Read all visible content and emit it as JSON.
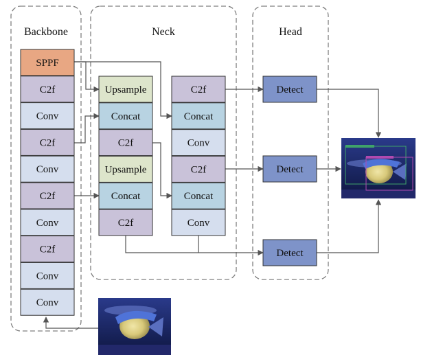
{
  "colors": {
    "sppf": "#e8a783",
    "c2f": "#c9c2d9",
    "conv": "#d5deee",
    "upsample": "#dde5cb",
    "concat": "#b8d3e2",
    "detect": "#7e93c9",
    "wire": "#555555"
  },
  "groups": {
    "backbone": {
      "title": "Backbone"
    },
    "neck": {
      "title": "Neck"
    },
    "head": {
      "title": "Head"
    }
  },
  "backbone": {
    "blocks": [
      {
        "label": "SPPF",
        "kind": "sppf"
      },
      {
        "label": "C2f",
        "kind": "c2f"
      },
      {
        "label": "Conv",
        "kind": "conv"
      },
      {
        "label": "C2f",
        "kind": "c2f"
      },
      {
        "label": "Conv",
        "kind": "conv"
      },
      {
        "label": "C2f",
        "kind": "c2f"
      },
      {
        "label": "Conv",
        "kind": "conv"
      },
      {
        "label": "C2f",
        "kind": "c2f"
      },
      {
        "label": "Conv",
        "kind": "conv"
      },
      {
        "label": "Conv",
        "kind": "conv"
      }
    ]
  },
  "neck": {
    "left_column": [
      {
        "label": "Upsample",
        "kind": "upsample"
      },
      {
        "label": "Concat",
        "kind": "concat"
      },
      {
        "label": "C2f",
        "kind": "c2f"
      },
      {
        "label": "Upsample",
        "kind": "upsample"
      },
      {
        "label": "Concat",
        "kind": "concat"
      },
      {
        "label": "C2f",
        "kind": "c2f"
      }
    ],
    "right_column": [
      {
        "label": "C2f",
        "kind": "c2f"
      },
      {
        "label": "Concat",
        "kind": "concat"
      },
      {
        "label": "Conv",
        "kind": "conv"
      },
      {
        "label": "C2f",
        "kind": "c2f"
      },
      {
        "label": "Concat",
        "kind": "concat"
      },
      {
        "label": "Conv",
        "kind": "conv"
      }
    ]
  },
  "head": {
    "blocks": [
      {
        "label": "Detect",
        "kind": "detect"
      },
      {
        "label": "Detect",
        "kind": "detect"
      },
      {
        "label": "Detect",
        "kind": "detect"
      }
    ]
  }
}
